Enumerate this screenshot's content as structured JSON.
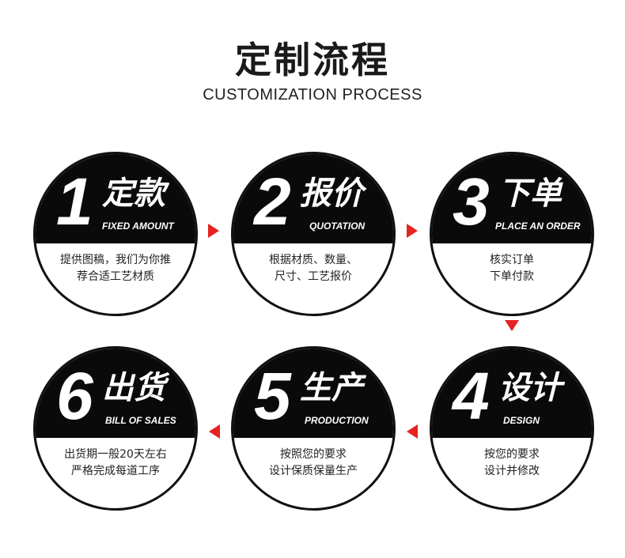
{
  "header": {
    "title": "定制流程",
    "subtitle": "CUSTOMIZATION PROCESS"
  },
  "steps": [
    {
      "number": "1",
      "cn": "定款",
      "en": "FIXED AMOUNT",
      "desc": [
        "提供图稿，我们为你推",
        "荐合适工艺材质"
      ]
    },
    {
      "number": "2",
      "cn": "报价",
      "en": "QUOTATION",
      "desc": [
        "根据材质、数量、",
        "尺寸、工艺报价"
      ]
    },
    {
      "number": "3",
      "cn": "下单",
      "en": "PLACE AN ORDER",
      "desc": [
        "核实订单",
        "下单付款"
      ]
    },
    {
      "number": "4",
      "cn": "设计",
      "en": "DESIGN",
      "desc": [
        "按您的要求",
        "设计并修改"
      ]
    },
    {
      "number": "5",
      "cn": "生产",
      "en": "PRODUCTION",
      "desc": [
        "按照您的要求",
        "设计保质保量生产"
      ]
    },
    {
      "number": "6",
      "cn": "出货",
      "en": "BILL OF SALES",
      "desc": [
        "出货期一般20天左右",
        "严格完成每道工序"
      ]
    }
  ],
  "colors": {
    "accent": "#e62222",
    "dark": "#0a0a0a"
  },
  "icons": {
    "arrow": "triangle-arrow-icon"
  }
}
